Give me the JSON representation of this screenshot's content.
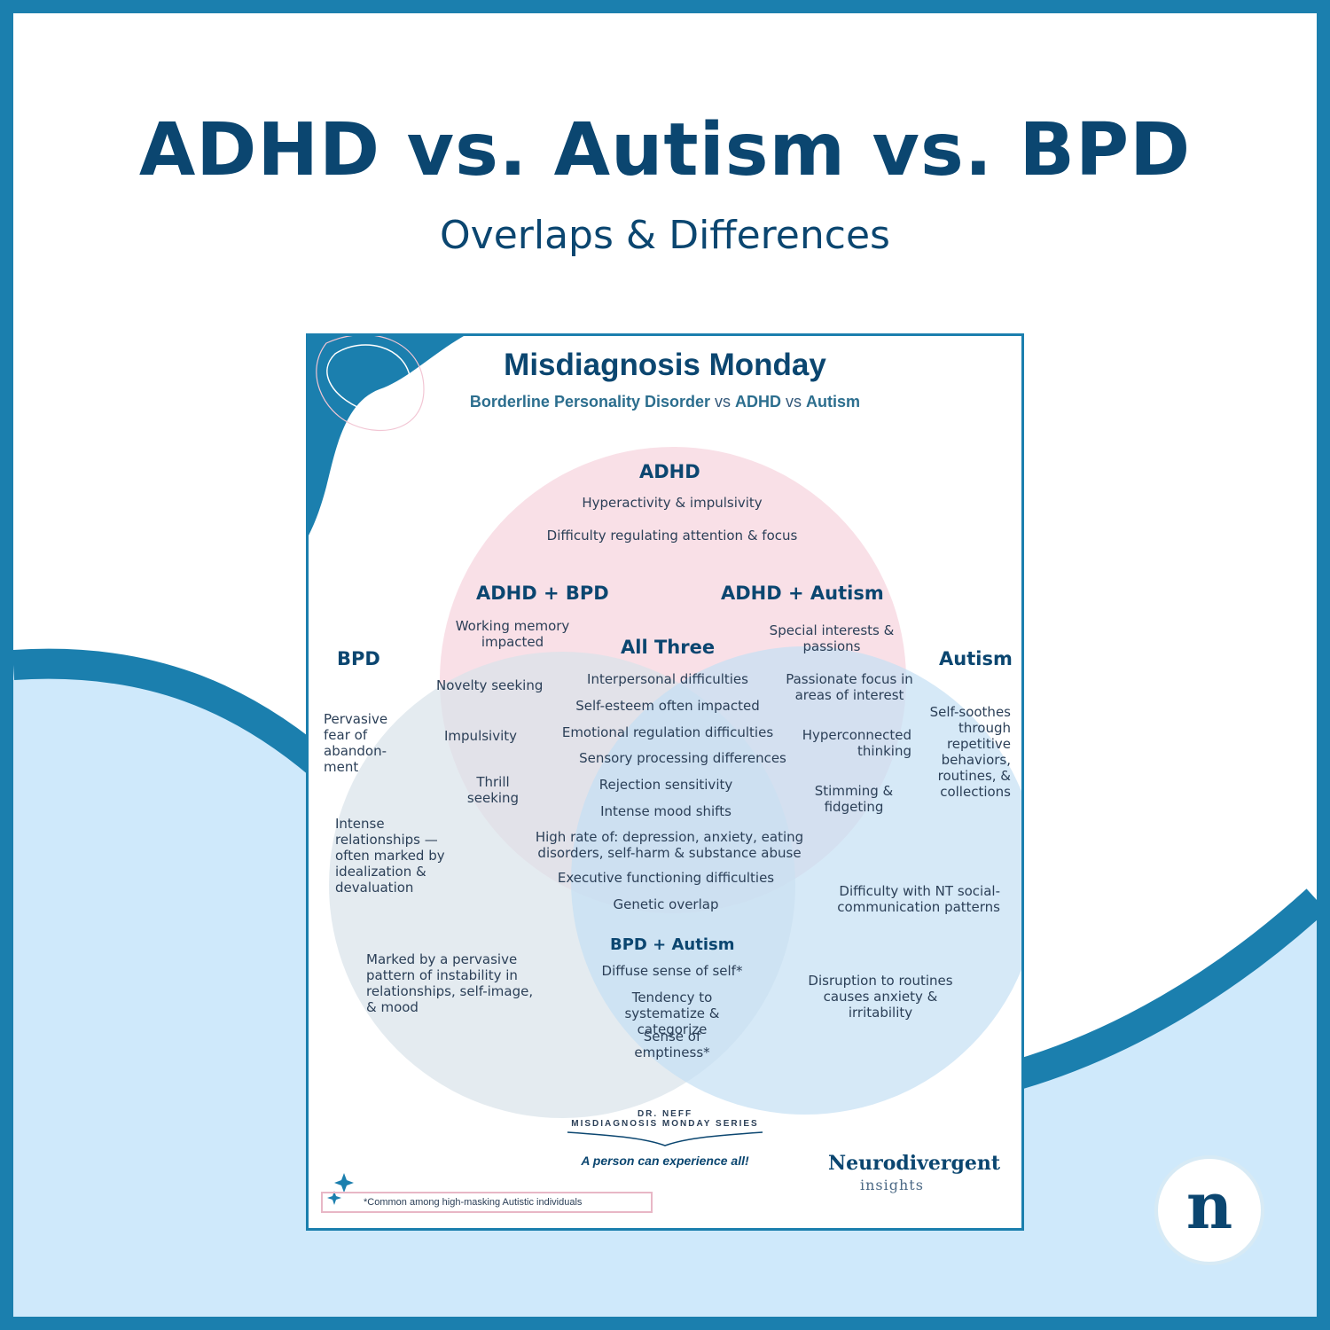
{
  "header": {
    "title": "ADHD vs. Autism vs. BPD",
    "subtitle": "Overlaps & Differences"
  },
  "card": {
    "title": "Misdiagnosis Monday",
    "subtitle_a": "Borderline Personality Disorder",
    "subtitle_vs1": " vs ",
    "subtitle_b": "ADHD",
    "subtitle_vs2": " vs ",
    "subtitle_c": "Autism"
  },
  "venn": {
    "adhd": {
      "label": "ADHD",
      "items": [
        "Hyperactivity & impulsivity",
        "Difficulty regulating attention & focus"
      ]
    },
    "bpd": {
      "label": "BPD",
      "items": [
        "Pervasive fear of abandon-ment",
        "Intense relationships — often marked by idealization & devaluation",
        "Marked by a pervasive pattern of instability in relationships, self-image, & mood"
      ]
    },
    "autism": {
      "label": "Autism",
      "items": [
        "Self-soothes through repetitive behaviors, routines, & collections",
        "Difficulty with NT social-communication patterns",
        "Disruption to routines causes anxiety & irritability"
      ]
    },
    "adhd_bpd": {
      "label": "ADHD + BPD",
      "items": [
        "Working memory impacted",
        "Novelty seeking",
        "Impulsivity",
        "Thrill seeking"
      ]
    },
    "adhd_autism": {
      "label": "ADHD + Autism",
      "items": [
        "Special interests & passions",
        "Passionate focus in areas of interest",
        "Hyperconnected thinking",
        "Stimming & fidgeting"
      ]
    },
    "all_three": {
      "label": "All Three",
      "items": [
        "Interpersonal difficulties",
        "Self-esteem often impacted",
        "Emotional regulation difficulties",
        "Sensory processing differences",
        "Rejection sensitivity",
        "Intense mood shifts",
        "High rate of: depression, anxiety, eating disorders, self-harm & substance abuse",
        "Executive functioning difficulties",
        "Genetic overlap"
      ]
    },
    "bpd_autism": {
      "label": "BPD + Autism",
      "items": [
        "Diffuse sense of self*",
        "Tendency to systematize & categorize",
        "Sense of emptiness*"
      ]
    },
    "colors": {
      "adhd": "#f7d6df",
      "bpd": "#d9e3ea",
      "autism": "#c4e0f4"
    }
  },
  "footer": {
    "series_top": "DR. NEFF",
    "series_bottom": "MISDIAGNOSIS MONDAY SERIES",
    "tagline": "A person can experience all!",
    "brand_top": "Neurodivergent",
    "brand_bottom": "insights",
    "footnote": "*Common among high-masking Autistic individuals",
    "logo_letter": "n"
  },
  "icons": [
    "sparkle-icon",
    "neurodivergent-insights-logo"
  ]
}
